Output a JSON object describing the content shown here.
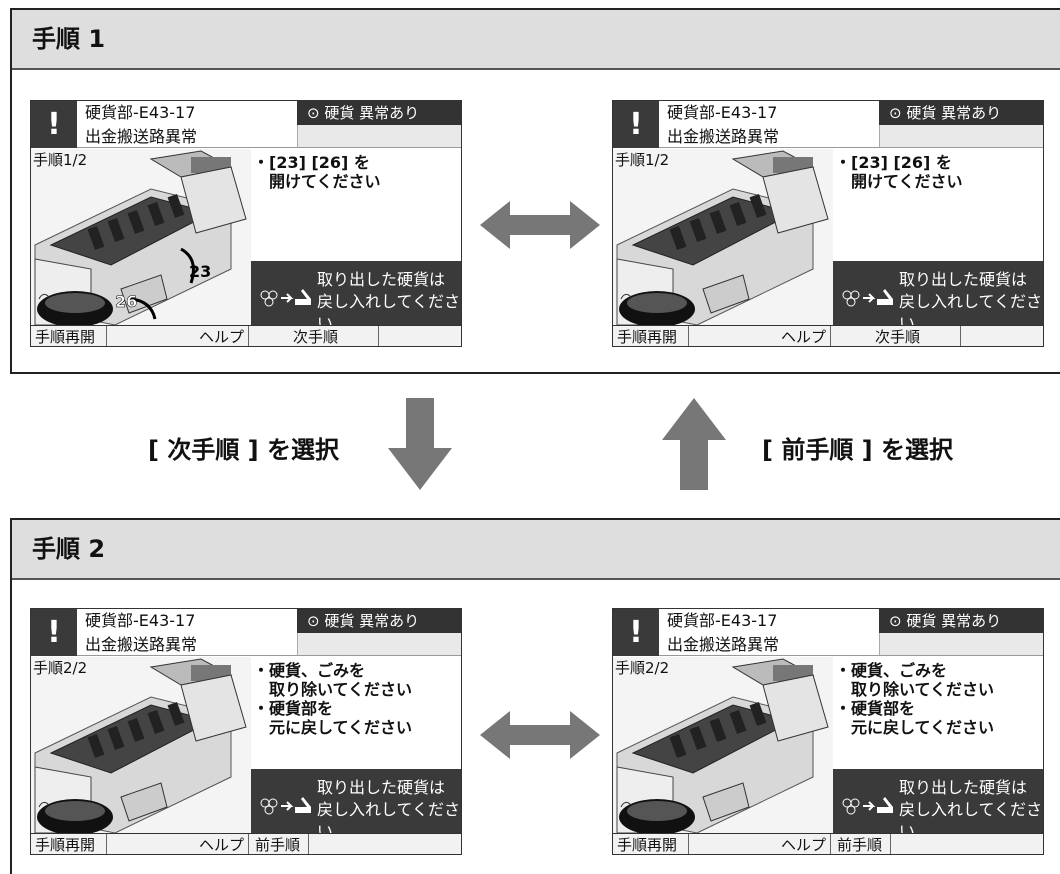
{
  "sections": [
    {
      "title": "手順 1"
    },
    {
      "title": "手順 2"
    }
  ],
  "screen": {
    "error_code": "硬貨部-E43-17",
    "error_desc": "出金搬送路異常",
    "status": "硬貨 異常あり",
    "alert_mark": "!",
    "coin_msg_line1": "取り出した硬貨は",
    "coin_msg_line2": "戻し入れしてください"
  },
  "step1": {
    "step_label": "手順1/2",
    "instr_line1": "・[23] [26] を",
    "instr_line2": "　開けてください",
    "callout_a": "23",
    "callout_b": "26",
    "softkeys": [
      "手順再開",
      "ヘルプ",
      "次手順",
      ""
    ]
  },
  "step2": {
    "step_label": "手順2/2",
    "instr_line1": "・硬貨、ごみを",
    "instr_line2": "　取り除いてください",
    "instr_line3": "・硬貨部を",
    "instr_line4": "　元に戻してください",
    "softkeys": [
      "手順再開",
      "ヘルプ",
      "前手順",
      ""
    ]
  },
  "flow": {
    "next_label": "[ 次手順 ] を選択",
    "prev_label": "[ 前手順 ] を選択"
  },
  "colors": {
    "arrow": "#777777",
    "header_bg": "#dedede",
    "dark_panel": "#3a3a3a"
  }
}
